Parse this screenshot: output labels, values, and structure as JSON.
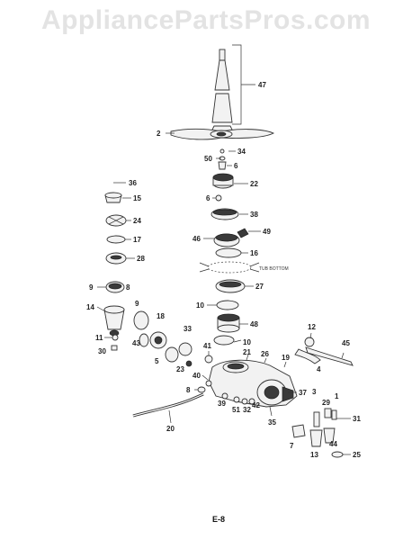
{
  "watermark": "AppliancePartsPros.com",
  "page_number": "E-8",
  "tub_bottom_label": "TUB BOTTOM",
  "callouts": [
    "47",
    "2",
    "34",
    "50",
    "6",
    "22",
    "36",
    "15",
    "6",
    "38",
    "24",
    "17",
    "46",
    "49",
    "16",
    "28",
    "27",
    "9",
    "8",
    "10",
    "14",
    "9",
    "18",
    "48",
    "11",
    "30",
    "43",
    "33",
    "12",
    "45",
    "41",
    "10",
    "5",
    "23",
    "40",
    "21",
    "26",
    "19",
    "4",
    "8",
    "39",
    "51",
    "32",
    "42",
    "37",
    "3",
    "29",
    "1",
    "20",
    "35",
    "31",
    "7",
    "13",
    "44",
    "25"
  ]
}
